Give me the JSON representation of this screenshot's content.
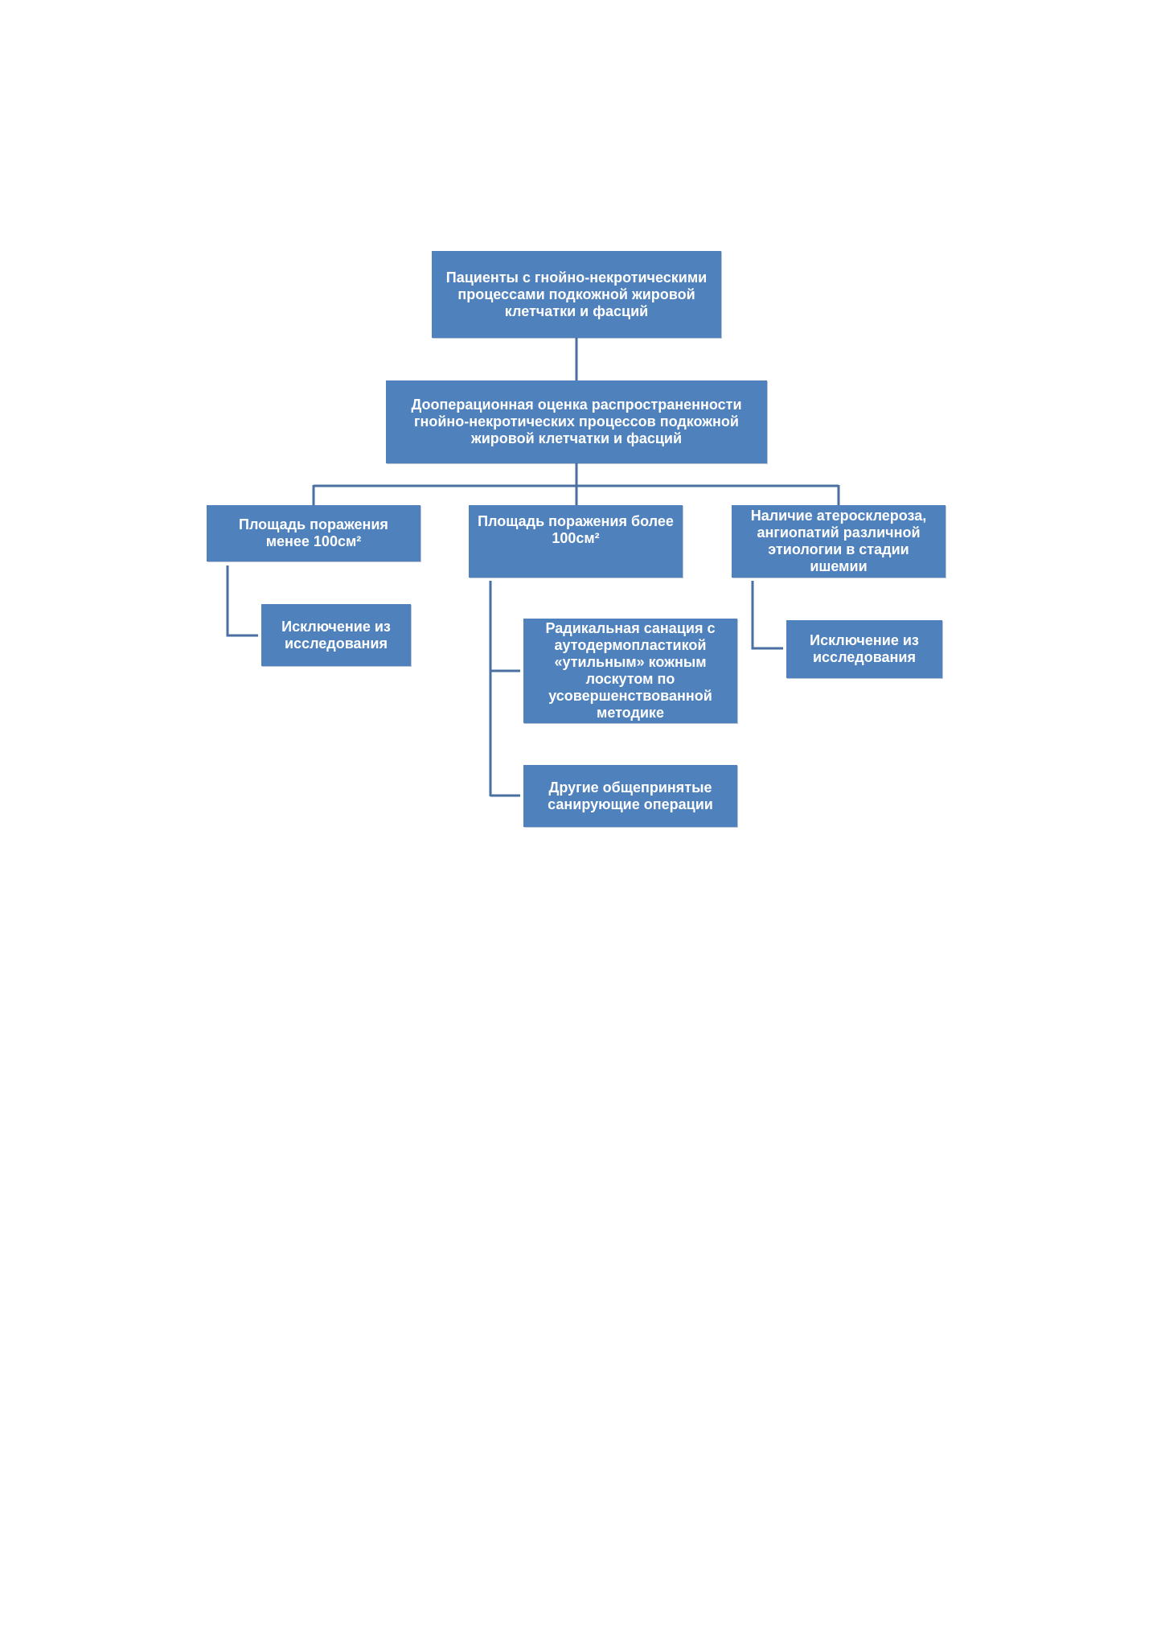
{
  "colors": {
    "node_fill": "#4f81bd",
    "node_text": "#ffffff",
    "connector": "#4a6fa0"
  },
  "nodes": {
    "root": "Пациенты с гнойно-некротическими\nпроцессами подкожной жировой\nклетчатки и фасций",
    "preop": "Дооперационная оценка распространенности\nгнойно-некротических процессов подкожной\nжировой клетчатки и фасций",
    "area_less": "Площадь поражения\nменее 100см²",
    "area_more": "Площадь поражения более\n100см²",
    "atherosclerosis": "Наличие атеросклероза,\nангиопатий различной\nэтиологии в стадии\nишемии",
    "exclusion_1": "Исключение из\nисследования",
    "radical": "Радикальная санация с\nаутодермопластикой\n«утильным» кожным\nлоскутом по\nусовершенствованной\nметодике",
    "other_ops": "Другие общепринятые\nсанирующие операции",
    "exclusion_2": "Исключение из\nисследования"
  }
}
